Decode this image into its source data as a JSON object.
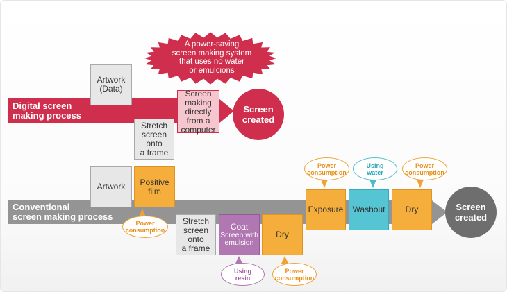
{
  "burst": {
    "text": "A power-saving\nscreen making system\nthat uses no water\nor emulcions",
    "color": "#cf2f4d"
  },
  "digital": {
    "label": "Digital screen\nmaking process",
    "color": "#cf2f4d",
    "artwork": "Artwork\n(Data)",
    "stretch": "Stretch\nscreen\nonto\na frame",
    "screen_making": "Screen\nmaking\ndirectly\nfrom a\ncomputer",
    "result": "Screen\ncreated"
  },
  "conventional": {
    "label": "Conventional\nscreen making process",
    "color": "#949494",
    "artwork": "Artwork",
    "positive_film": "Positive\nfilm",
    "stretch": "Stretch\nscreen\nonto\na frame",
    "coat_title": "Coat",
    "coat_sub": "Screen with\nemulsion",
    "dry1": "Dry",
    "exposure": "Exposure",
    "washout": "Washout",
    "dry2": "Dry",
    "result": "Screen\ncreated"
  },
  "callouts": {
    "power_positive": "Power\nconsumption",
    "power_exposure": "Power\nconsumption",
    "water_washout": "Using\nwater",
    "power_dry2": "Power\nconsumption",
    "resin_coat": "Using\nresin",
    "power_dry1": "Power\nconsumption"
  },
  "colors": {
    "orange": "#f5ad3b",
    "teal": "#55c4d3",
    "purple": "#b077b2",
    "dark_gray": "#6e6e6e"
  }
}
